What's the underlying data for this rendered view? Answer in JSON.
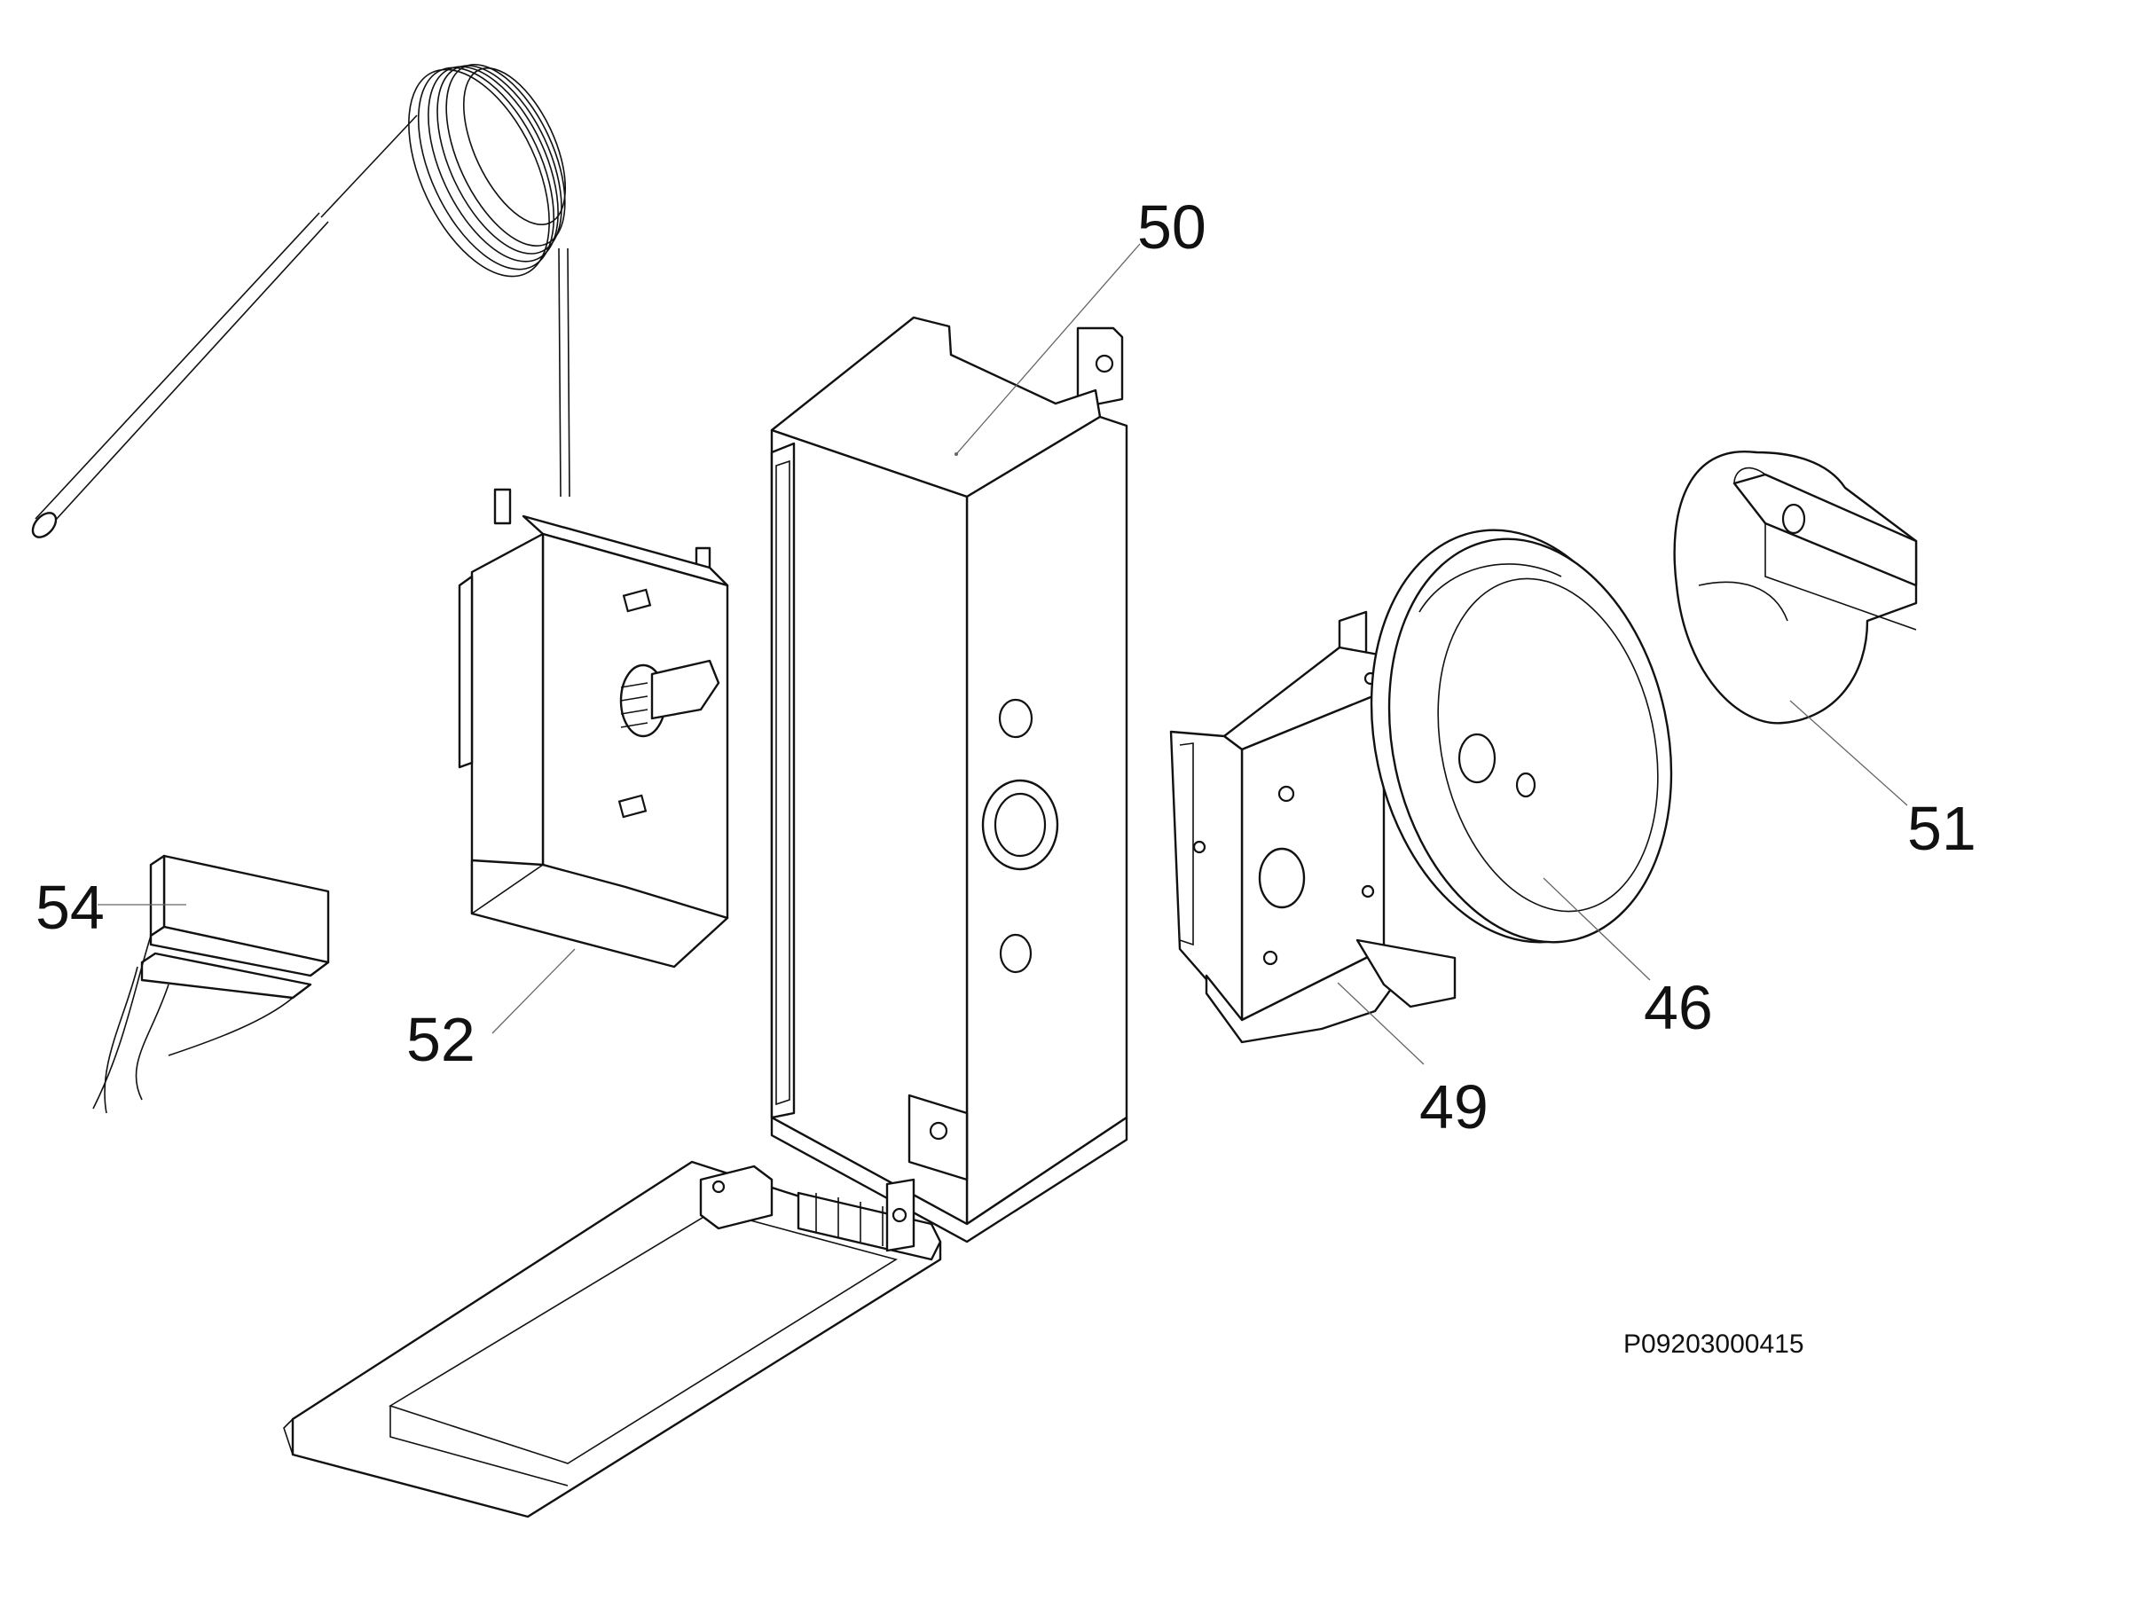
{
  "diagram": {
    "callouts": [
      {
        "id": "50",
        "label": "50"
      },
      {
        "id": "52",
        "label": "52"
      },
      {
        "id": "54",
        "label": "54"
      },
      {
        "id": "51",
        "label": "51"
      },
      {
        "id": "46",
        "label": "46"
      },
      {
        "id": "49",
        "label": "49"
      }
    ],
    "reference_code": "P09203000415"
  },
  "icons": {
    "capillary_thermostat": "thermostat-icon",
    "housing": "bracket-housing-icon",
    "connector": "connector-plug-icon",
    "knob": "control-knob-icon",
    "dial_ring": "dial-ring-icon",
    "switch": "switch-bracket-icon",
    "base_plate": "base-plate-icon"
  },
  "colors": {
    "line": "#111111",
    "leader": "#666666",
    "background": "#ffffff"
  }
}
